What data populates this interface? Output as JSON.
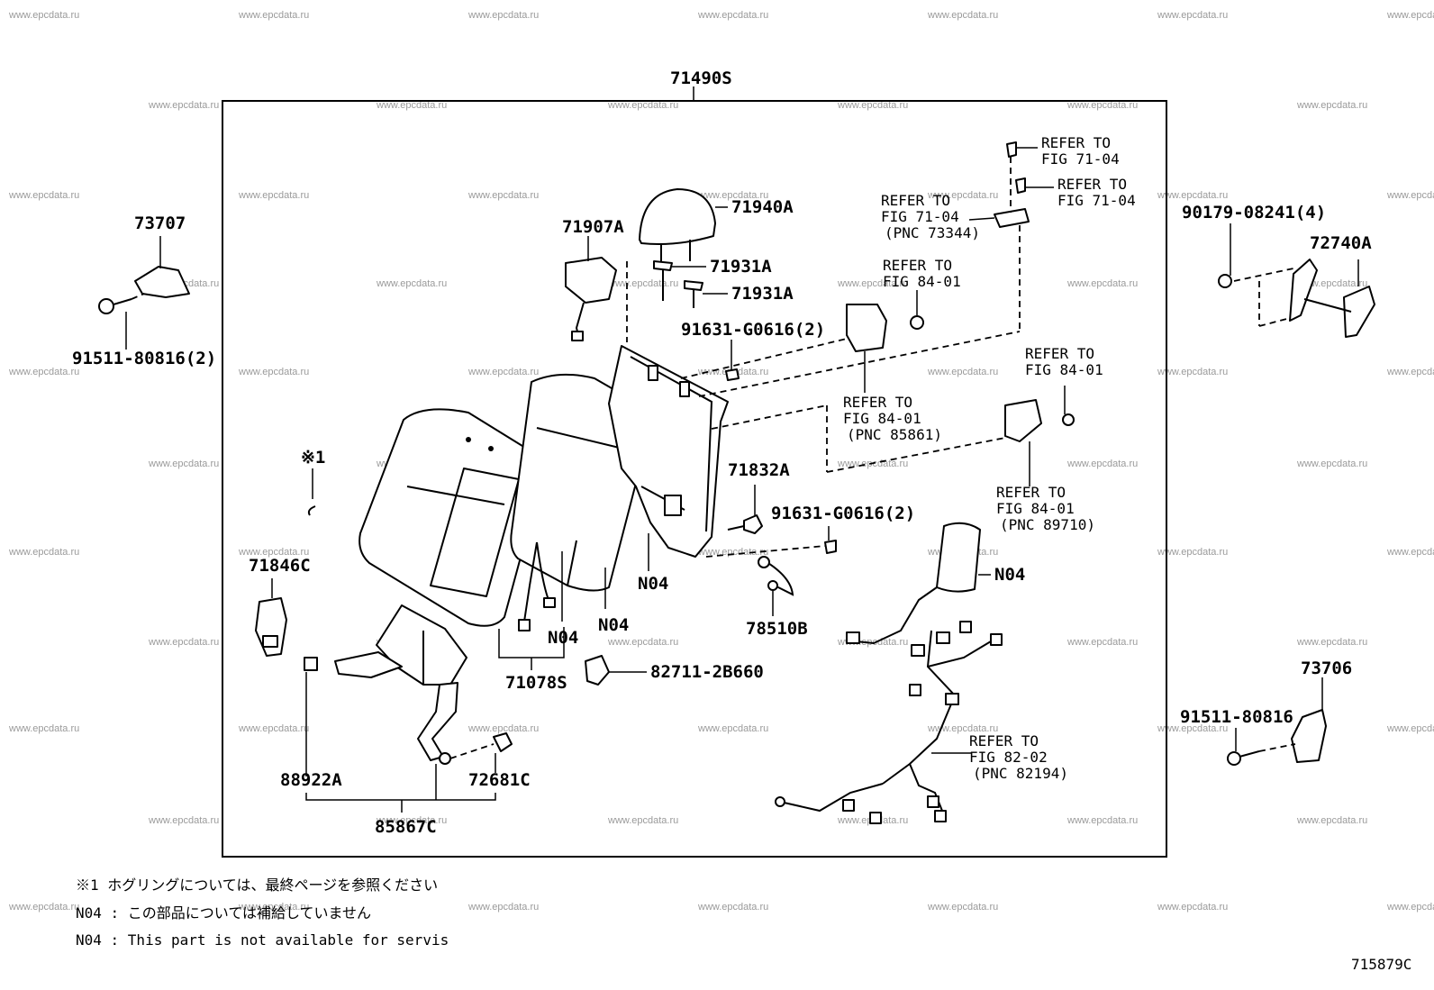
{
  "watermark": "www.epcdata.ru",
  "assembly": {
    "number": "71490S"
  },
  "parts": {
    "p73707": "73707",
    "p91511_80816_2": "91511-80816(2)",
    "p71907A": "71907A",
    "p71940A": "71940A",
    "p71931A_1": "71931A",
    "p71931A_2": "71931A",
    "p91631_G0616_2a": "91631-G0616(2)",
    "p91631_G0616_2b": "91631-G0616(2)",
    "p90179_08241_4": "90179-08241(4)",
    "p72740A": "72740A",
    "p71832A": "71832A",
    "p71846C": "71846C",
    "p78510B": "78510B",
    "p71078S": "71078S",
    "p82711_2B660": "82711-2B660",
    "p73706": "73706",
    "p91511_80816": "91511-80816",
    "p88922A": "88922A",
    "p72681C": "72681C",
    "p85867C": "85867C",
    "n04_a": "N04",
    "n04_b": "N04",
    "n04_c": "N04",
    "n04_d": "N04",
    "mark1": "※1"
  },
  "refs": {
    "r1": {
      "l1": "REFER TO",
      "l2": "FIG 71-04"
    },
    "r2": {
      "l1": "REFER TO",
      "l2": "FIG 71-04"
    },
    "r3": {
      "l1": "REFER TO",
      "l2": "FIG 71-04",
      "l3": "(PNC 73344)"
    },
    "r4": {
      "l1": "REFER TO",
      "l2": "FIG 84-01"
    },
    "r5": {
      "l1": "REFER TO",
      "l2": "FIG 84-01",
      "l3": "(PNC 85861)"
    },
    "r6": {
      "l1": "REFER TO",
      "l2": "FIG 84-01"
    },
    "r7": {
      "l1": "REFER TO",
      "l2": "FIG 84-01",
      "l3": "(PNC 89710)"
    },
    "r8": {
      "l1": "REFER TO",
      "l2": "FIG 82-02",
      "l3": "(PNC 82194)"
    }
  },
  "notes": {
    "n1": "※1 ホグリングについては、最終ページを参照ください",
    "n2": "N04 : この部品については補給していません",
    "n3": "N04 : This part is not available for servis"
  },
  "figure_code": "715879C"
}
